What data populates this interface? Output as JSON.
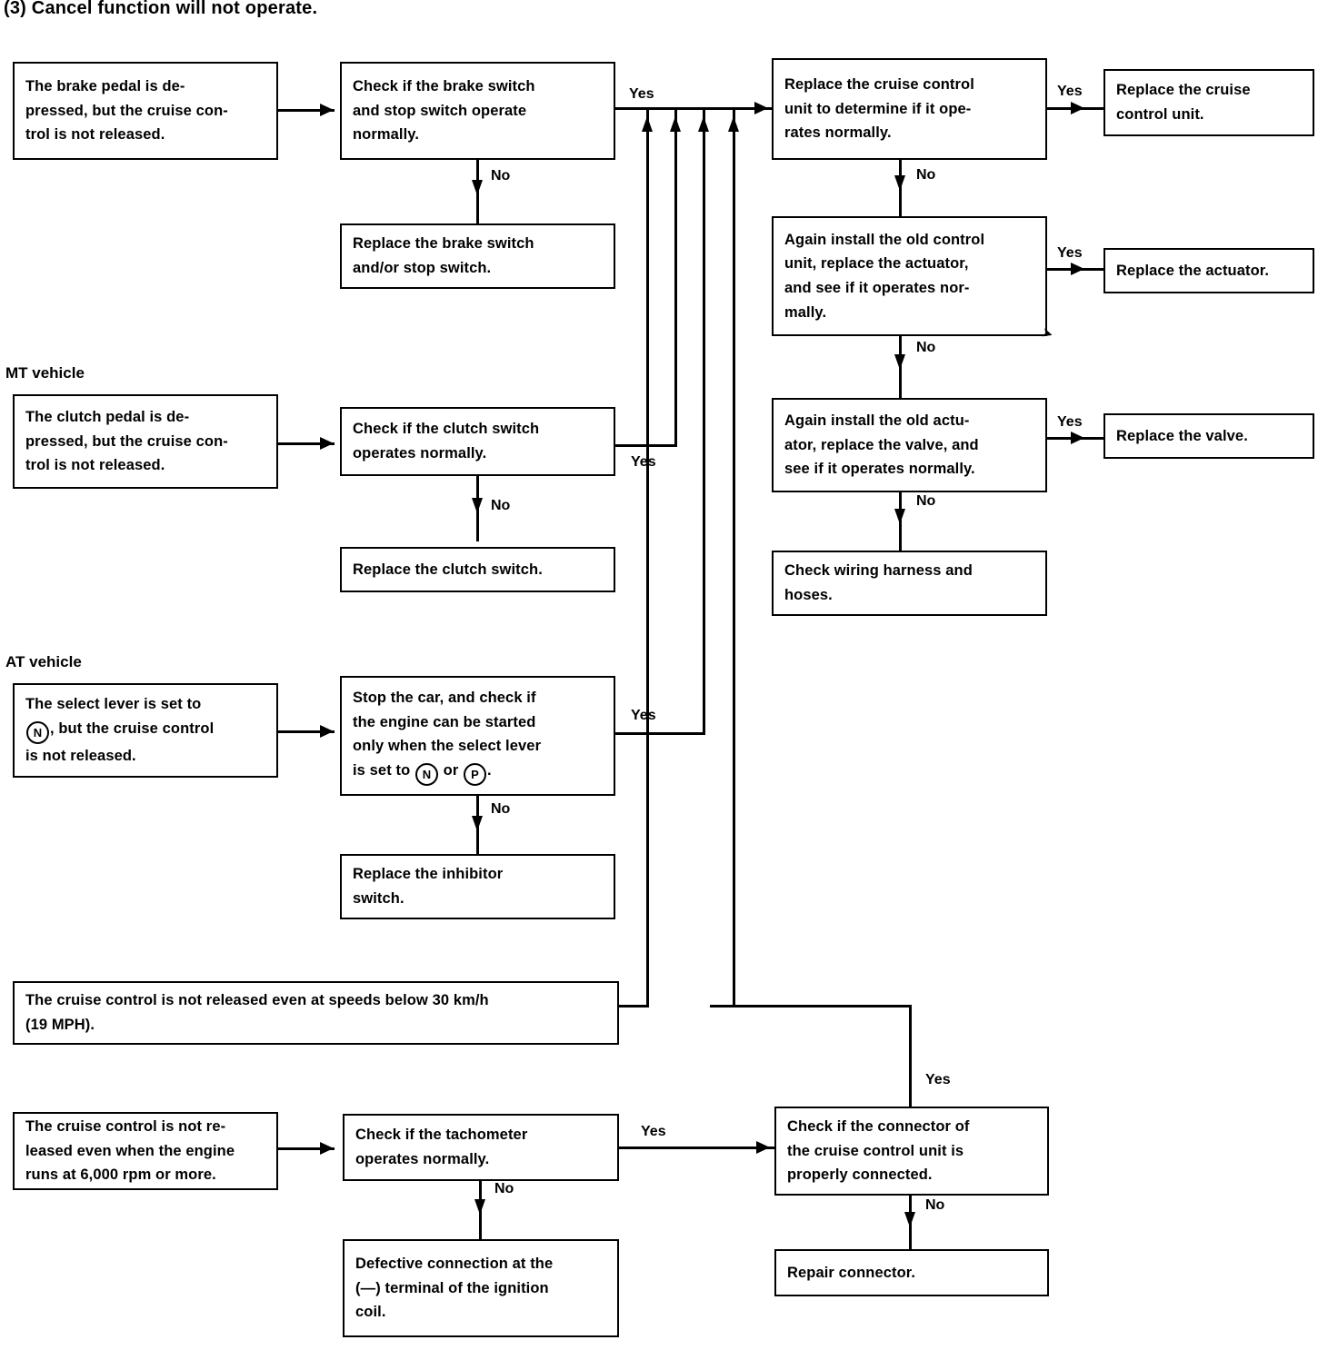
{
  "heading": "(3)  Cancel function will not operate.",
  "section_labels": {
    "mt": "MT vehicle",
    "at": "AT vehicle"
  },
  "edge_labels": {
    "yes": "Yes",
    "no": "No"
  },
  "boxes": {
    "brake_symptom": "The brake pedal is de-\npressed, but the cruise con-\ntrol is not released.",
    "brake_check": "Check if the brake switch\nand stop switch operate\nnormally.",
    "brake_replace": "Replace the brake switch\nand/or stop switch.",
    "clutch_symptom": "The clutch pedal is de-\npressed, but the cruise con-\ntrol is not released.",
    "clutch_check": "Check if the clutch switch\noperates normally.",
    "clutch_replace": "Replace the clutch switch.",
    "select_symptom_line1": "The select lever is set to",
    "select_symptom_n": "N",
    "select_symptom_line2": ", but the cruise control",
    "select_symptom_line3": "is not released.",
    "select_check_line1": "Stop the car, and check if",
    "select_check_line2": "the engine can be started",
    "select_check_line3": "only when the select lever",
    "select_check_line4a": "is set to",
    "select_check_n": "N",
    "select_check_or": "or",
    "select_check_p": "P",
    "select_check_line4b": ".",
    "inhibitor_replace": "Replace the inhibitor\nswitch.",
    "speed_symptom": "The cruise control is not released even at speeds below 30 km/h\n(19 MPH).",
    "rpm_symptom": "The cruise control is not re-\nleased even when the engine\nruns at 6,000 rpm or more.",
    "tacho_check": "Check if the tachometer\noperates normally.",
    "ignition_defect": "Defective connection at the\n(—) terminal of the ignition\ncoil.",
    "cc_unit_check": "Replace the cruise control\nunit to determine if it ope-\nrates normally.",
    "cc_unit_replace": "Replace the cruise\ncontrol unit.",
    "actuator_check": "Again install the old control\nunit, replace the actuator,\nand see if it operates nor-\nmally.",
    "actuator_replace": "Replace the actuator.",
    "valve_check": "Again install the old actu-\nator, replace the valve, and\nsee if it operates normally.",
    "valve_replace": "Replace the valve.",
    "wiring_check": "Check wiring harness and\nhoses.",
    "connector_check": "Check if the connector of\nthe cruise control unit is\nproperly connected.",
    "connector_repair": "Repair connector."
  }
}
